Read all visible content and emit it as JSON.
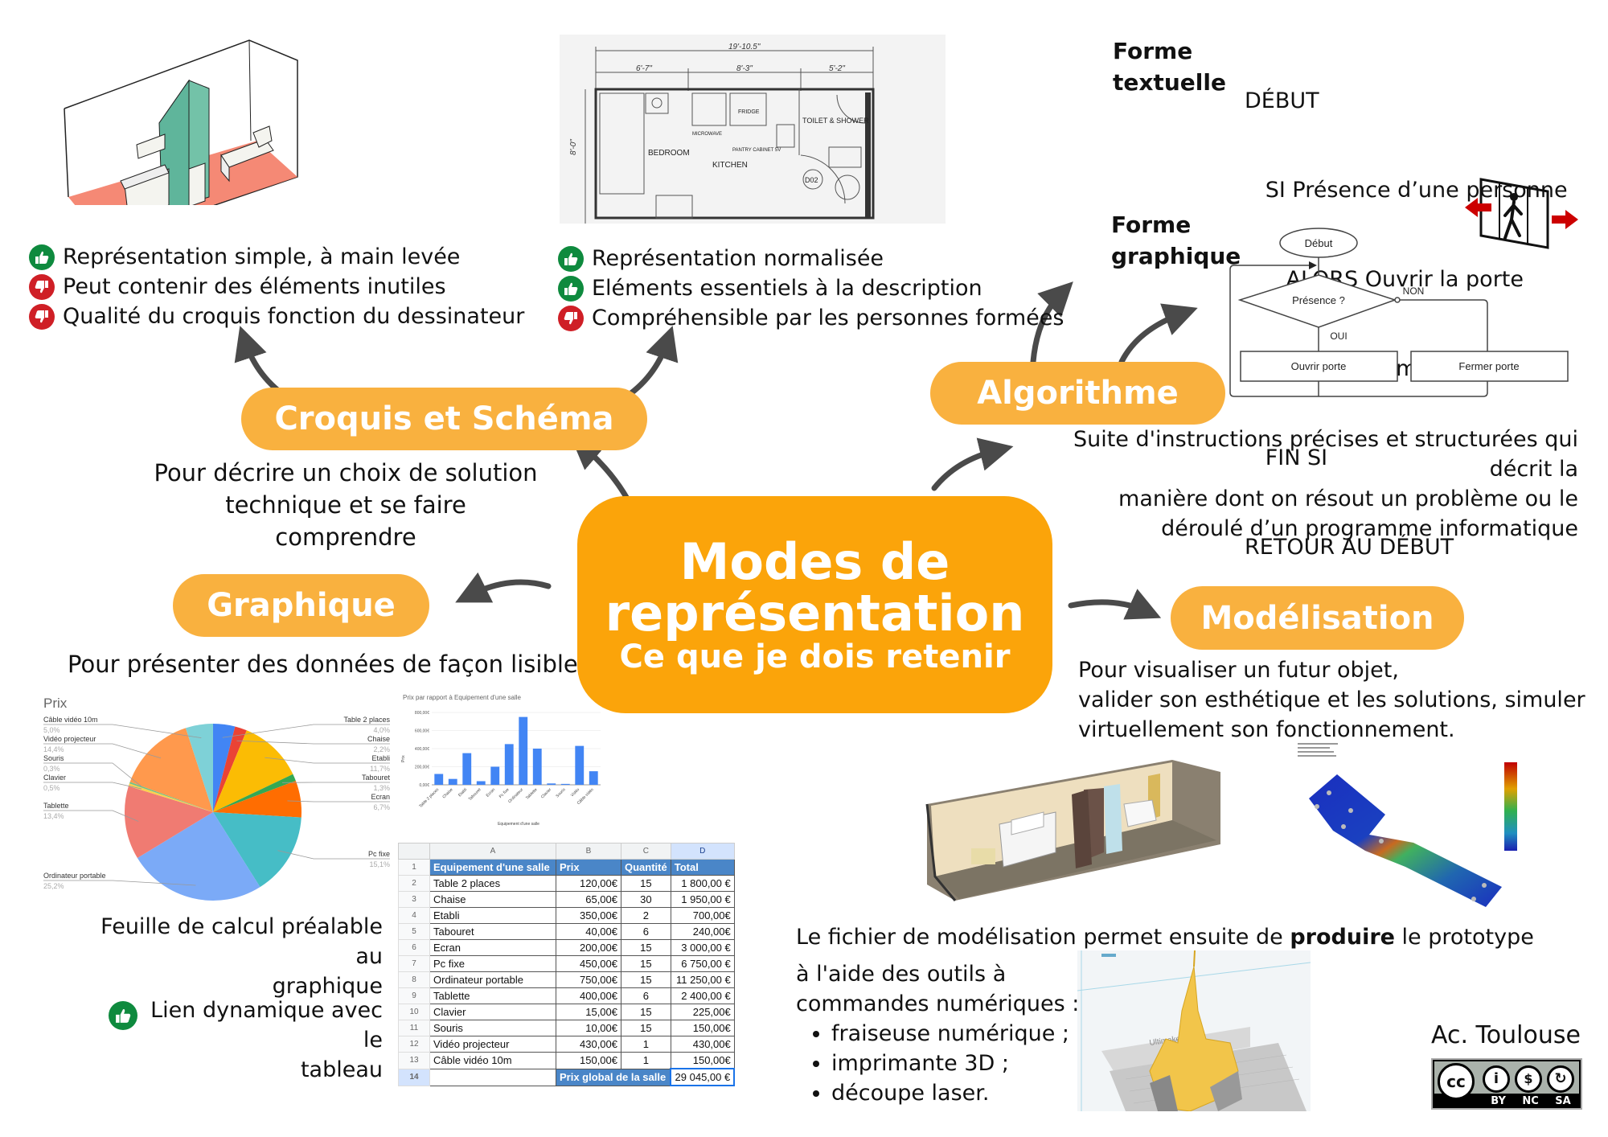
{
  "center": {
    "title_line1": "Modes de",
    "title_line2": "représentation",
    "subtitle": "Ce que je dois retenir"
  },
  "colors": {
    "center_box": "#fba40a",
    "pill": "#f9b13f",
    "pro_badge": "#0e8a3e",
    "con_badge": "#cf1f26",
    "arrow": "#4a4a4a"
  },
  "croquis": {
    "pill_label": "Croquis et Schéma",
    "description_line1": "Pour décrire un choix de solution",
    "description_line2": "technique et se faire comprendre",
    "sketch_list": [
      {
        "type": "pro",
        "text": "Représentation simple, à main levée"
      },
      {
        "type": "con",
        "text": "Peut contenir des éléments inutiles"
      },
      {
        "type": "con",
        "text": "Qualité du croquis fonction du dessinateur"
      }
    ],
    "plan_list": [
      {
        "type": "pro",
        "text": "Représentation normalisée"
      },
      {
        "type": "pro",
        "text": "Eléments essentiels à la description"
      },
      {
        "type": "con",
        "text": "Compréhensible par les personnes formées"
      }
    ],
    "floor_plan": {
      "dim_total": "19'-10.5\"",
      "dim_1": "6'-7\"",
      "dim_2": "8'-3\"",
      "dim_3": "5'-2\"",
      "dim_height": "8'-0\"",
      "bedroom": "BEDROOM",
      "kitchen": "KITCHEN",
      "fridge": "FRIDGE",
      "microwave": "MICROWAVE",
      "pantry": "PANTRY CABINET 5V",
      "toilet": "TOILET & SHOWER",
      "door_tag": "D02"
    }
  },
  "algorithme": {
    "pill_label": "Algorithme",
    "textual_label_line1": "Forme",
    "textual_label_line2": "textuelle",
    "graphic_label_line1": "Forme",
    "graphic_label_line2": "graphique",
    "code_lines": [
      "DÉBUT",
      "   SI Présence d’une personne",
      "      ALORS Ouvrir la porte",
      "      SINON Fermer la porte",
      "   FIN SI",
      "RETOUR AU DÉBUT"
    ],
    "flowchart": {
      "start": "Début",
      "decision": "Présence ?",
      "yes": "OUI",
      "no": "NON",
      "action_yes": "Ouvrir porte",
      "action_no": "Fermer porte"
    },
    "description_line1": "Suite d'instructions précises et structurées qui décrit la",
    "description_line2": "manière dont on résout un problème ou le",
    "description_line3": "déroulé d’un programme informatique"
  },
  "graphique": {
    "pill_label": "Graphique",
    "description": "Pour présenter des données de façon lisible",
    "sheet_note_line1": "Feuille de calcul préalable au",
    "sheet_note_line2": "graphique",
    "pro_line1": "Lien dynamique avec le",
    "pro_line2": "tableau"
  },
  "chart_data": [
    {
      "type": "pie",
      "title": "Prix",
      "categories": [
        "Table 2 places",
        "Chaise",
        "Etabli",
        "Tabouret",
        "Ecran",
        "Pc fixe",
        "Ordinateur portable",
        "Tablette",
        "Clavier",
        "Souris",
        "Vidéo projecteur",
        "Câble vidéo 10m"
      ],
      "values": [
        4.0,
        2.2,
        11.7,
        1.3,
        6.7,
        15.1,
        25.2,
        13.4,
        0.5,
        0.3,
        14.4,
        5.0
      ],
      "labels": [
        "4,0%",
        "2,2%",
        "11,7%",
        "1,3%",
        "6,7%",
        "15,1%",
        "25,2%",
        "13,4%",
        "0,5%",
        "0,3%",
        "14,4%",
        "5,0%"
      ],
      "colors": [
        "#4285f4",
        "#ea4335",
        "#fbbc04",
        "#34a853",
        "#ff6d01",
        "#46bdc6",
        "#7baaf7",
        "#f07b72",
        "#fcd04f",
        "#71c287",
        "#ff994d",
        "#7ed1d7"
      ]
    },
    {
      "type": "bar",
      "title": "Prix par rapport à Equipement d'une salle",
      "xlabel": "Equipement d'une salle",
      "ylabel": "Prix",
      "categories": [
        "Table 2 places",
        "Chaise",
        "Etabli",
        "Tabouret",
        "Ecran",
        "Pc fixe",
        "Ordinateur",
        "Tablette",
        "Clavier",
        "Souris",
        "Vidéo",
        "Câble vidéo"
      ],
      "values": [
        120,
        65,
        350,
        40,
        200,
        450,
        750,
        400,
        15,
        10,
        430,
        150
      ],
      "yticks": [
        "0,00€",
        "200,00€",
        "400,00€",
        "600,00€",
        "800,00€"
      ],
      "ylim": [
        0,
        800
      ],
      "grid": true,
      "color": "#4285f4"
    },
    {
      "type": "table",
      "column_letters": [
        "A",
        "B",
        "C",
        "D"
      ],
      "headers": [
        "Equipement d'une salle",
        "Prix",
        "Quantité",
        "Total"
      ],
      "rows": [
        [
          "Table 2 places",
          "120,00€",
          "15",
          "1 800,00 €"
        ],
        [
          "Chaise",
          "65,00€",
          "30",
          "1 950,00 €"
        ],
        [
          "Etabli",
          "350,00€",
          "2",
          "700,00€"
        ],
        [
          "Tabouret",
          "40,00€",
          "6",
          "240,00€"
        ],
        [
          "Ecran",
          "200,00€",
          "15",
          "3 000,00 €"
        ],
        [
          "Pc fixe",
          "450,00€",
          "15",
          "6 750,00 €"
        ],
        [
          "Ordinateur portable",
          "750,00€",
          "15",
          "11 250,00 €"
        ],
        [
          "Tablette",
          "400,00€",
          "6",
          "2 400,00 €"
        ],
        [
          "Clavier",
          "15,00€",
          "15",
          "225,00€"
        ],
        [
          "Souris",
          "10,00€",
          "15",
          "150,00€"
        ],
        [
          "Vidéo projecteur",
          "430,00€",
          "1",
          "430,00€"
        ],
        [
          "Câble vidéo 10m",
          "150,00€",
          "1",
          "150,00€"
        ]
      ],
      "global_label": "Prix global de la salle",
      "global_total": "29 045,00 €"
    }
  ],
  "modelisation": {
    "pill_label": "Modélisation",
    "description_line1": "Pour visualiser un futur objet,",
    "description_line2": "valider son esthétique et les solutions, simuler",
    "description_line3": "virtuellement son fonctionnement.",
    "produce_before": "Le fichier de modélisation permet ensuite de ",
    "produce_bold": "produire",
    "produce_after": " le prototype",
    "tools_line1": "à l'aide des outils à",
    "tools_line2": "commandes numériques :",
    "tools": [
      "fraiseuse numérique ;",
      "imprimante 3D ;",
      "découpe laser."
    ],
    "printer_brand": "Ultimaker"
  },
  "footer": {
    "author": "Ac. Toulouse",
    "license_labels": [
      "BY",
      "NC",
      "SA"
    ],
    "cc_label": "cc"
  }
}
